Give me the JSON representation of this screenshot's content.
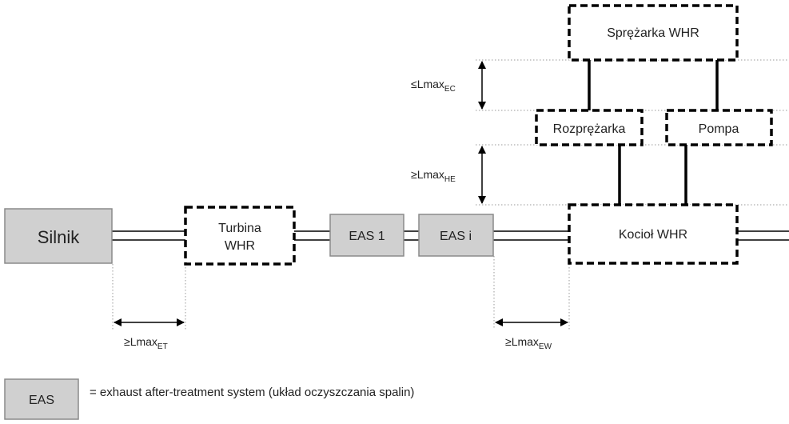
{
  "colors": {
    "gray_fill": "#d0d0d0",
    "gray_stroke": "#8a8a8a",
    "line": "#000000",
    "dotted": "#9a9a9a"
  },
  "components": {
    "engine": "Silnik",
    "turbine_line1": "Turbina",
    "turbine_line2": "WHR",
    "eas1": "EAS 1",
    "easi": "EAS i",
    "boiler": "Kocioł WHR",
    "compressor": "Sprężarka WHR",
    "expander": "Rozprężarka",
    "pump": "Pompa"
  },
  "dimensions": {
    "ec": {
      "prefix": "≤",
      "base": "Lmax",
      "sub": "EC"
    },
    "he": {
      "prefix": "≥",
      "base": "Lmax",
      "sub": "HE"
    },
    "et": {
      "prefix": "≥",
      "base": "Lmax",
      "sub": "ET"
    },
    "ew": {
      "prefix": "≥",
      "base": "Lmax",
      "sub": "EW"
    }
  },
  "legend": {
    "symbol": "EAS",
    "text": "= exhaust after-treatment system (układ oczyszczania spalin)"
  }
}
